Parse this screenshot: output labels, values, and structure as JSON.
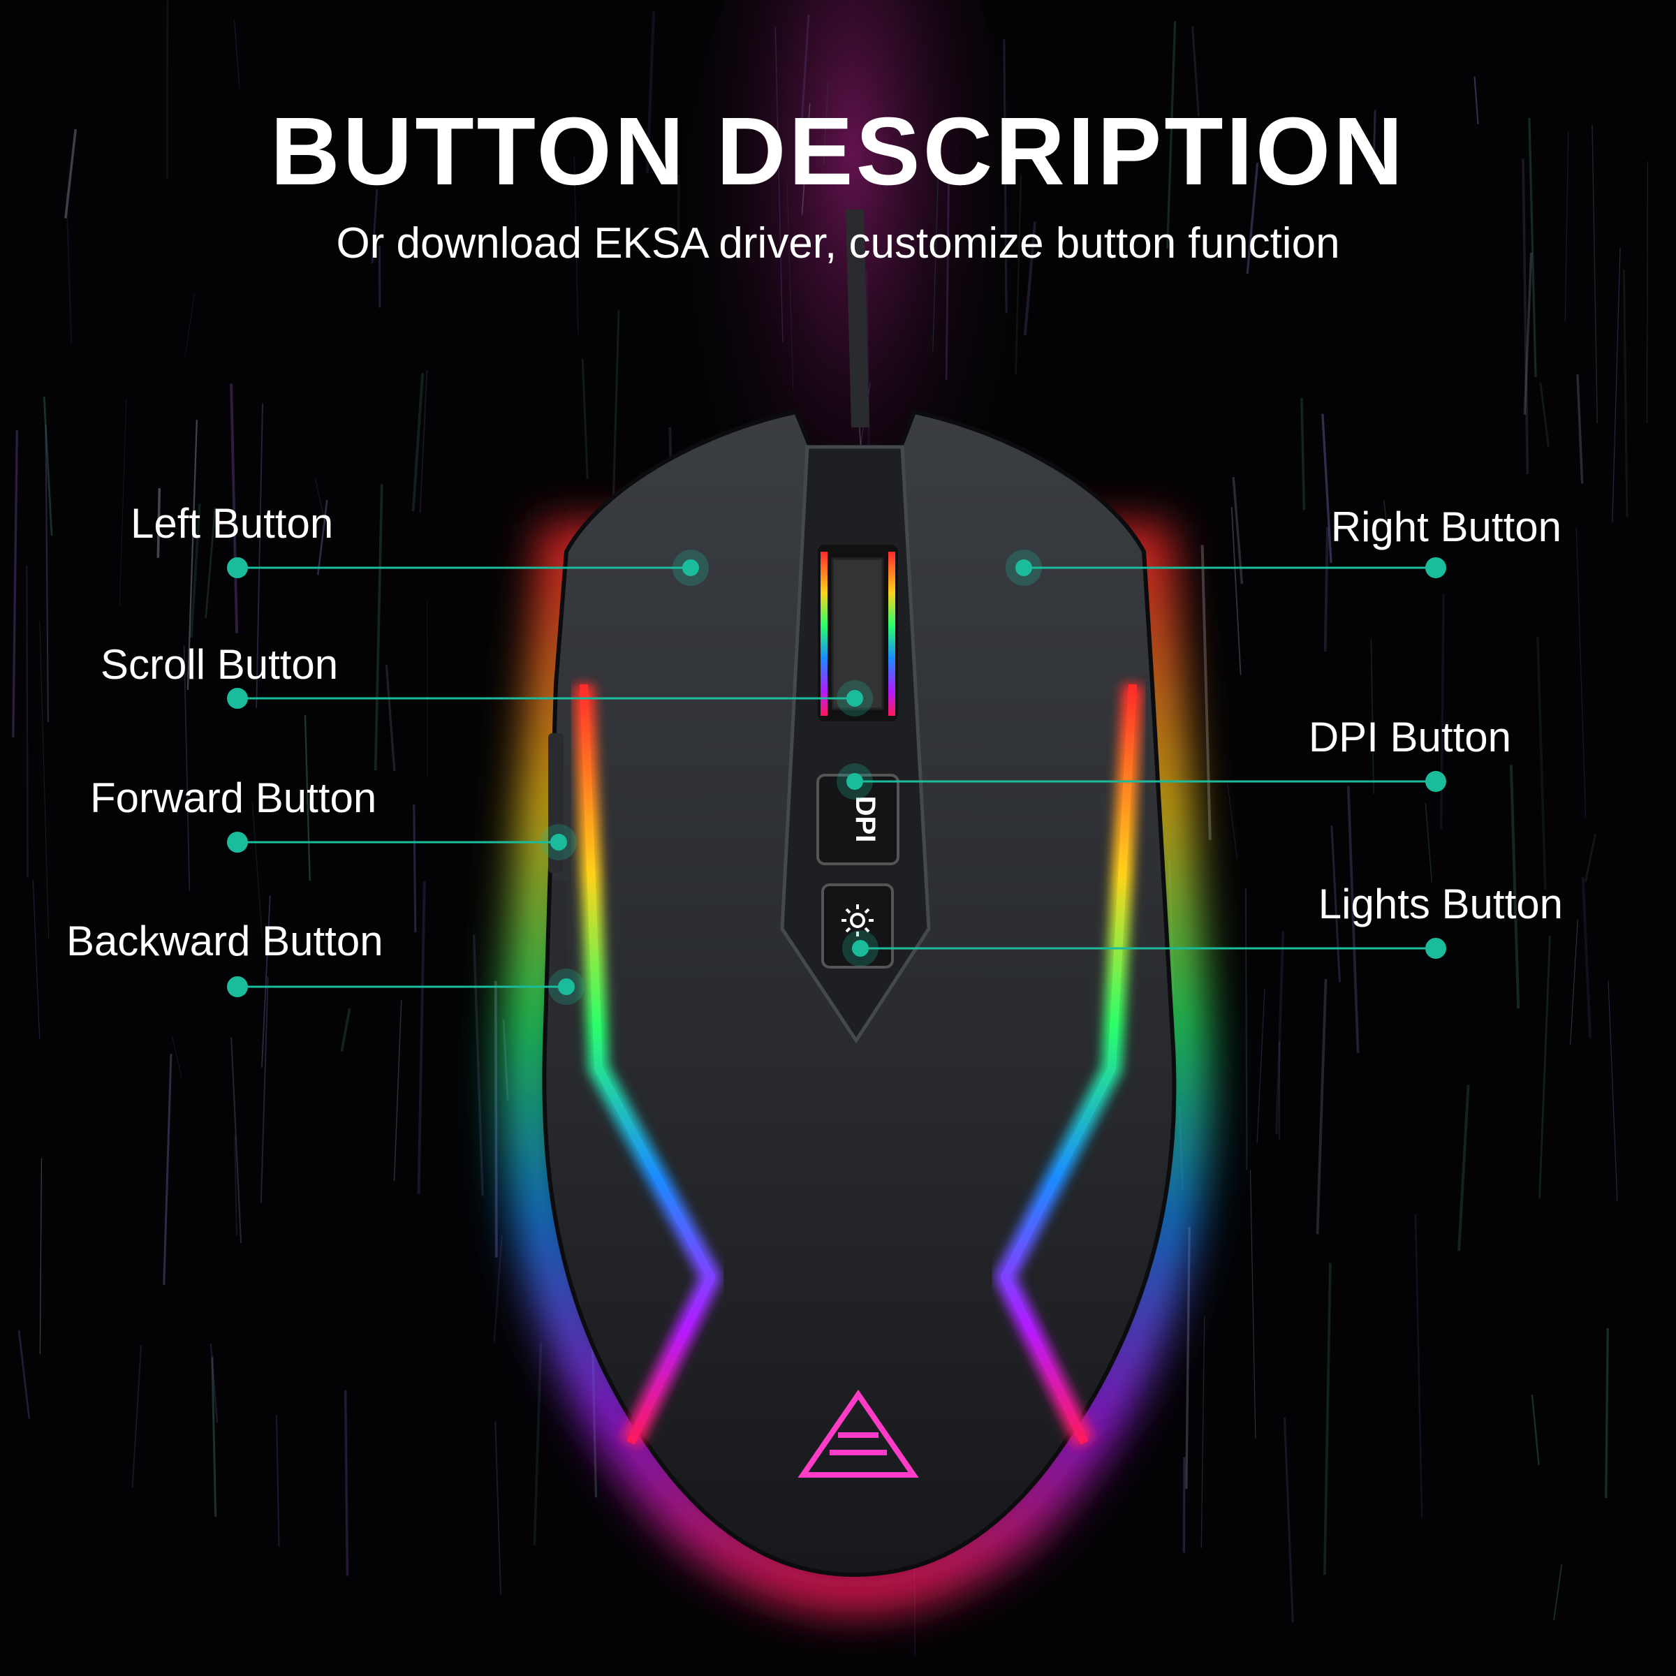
{
  "header": {
    "title": "BUTTON DESCRIPTION",
    "subtitle": "Or download EKSA driver, customize button function"
  },
  "callouts": [
    {
      "label": "Left Button",
      "side": "left"
    },
    {
      "label": "Scroll Button",
      "side": "left"
    },
    {
      "label": "Forward Button",
      "side": "left"
    },
    {
      "label": "Backward Button",
      "side": "left"
    },
    {
      "label": "Right Button",
      "side": "right"
    },
    {
      "label": "DPI Button",
      "side": "right"
    },
    {
      "label": "Lights Button",
      "side": "right"
    }
  ],
  "mouse": {
    "dpi_button_text": "DPI",
    "lights_button_icon": "sun-icon",
    "logo_icon": "eksa-triangle-logo"
  },
  "colors": {
    "background": "#030305",
    "callout_accent": "#1abc9c",
    "text": "#ffffff"
  }
}
